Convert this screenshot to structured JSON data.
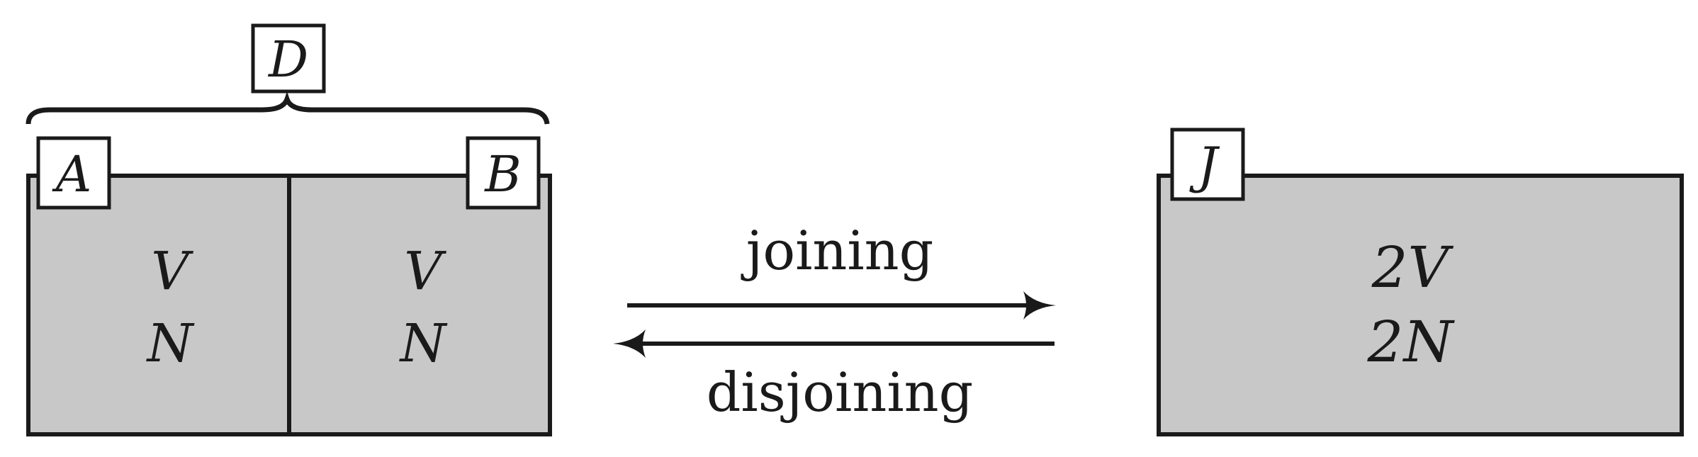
{
  "diagram": {
    "brace_label": "D",
    "left_container": {
      "box_a": {
        "label": "A",
        "volume": "V",
        "particles": "N"
      },
      "box_b": {
        "label": "B",
        "volume": "V",
        "particles": "N"
      }
    },
    "arrows": {
      "forward_label": "joining",
      "backward_label": "disjoining"
    },
    "right_container": {
      "label": "J",
      "volume": "2V",
      "particles": "2N"
    },
    "colors": {
      "fill": "#c8c8c8",
      "stroke": "#1a1a1a",
      "label_box_fill": "#ffffff"
    }
  }
}
